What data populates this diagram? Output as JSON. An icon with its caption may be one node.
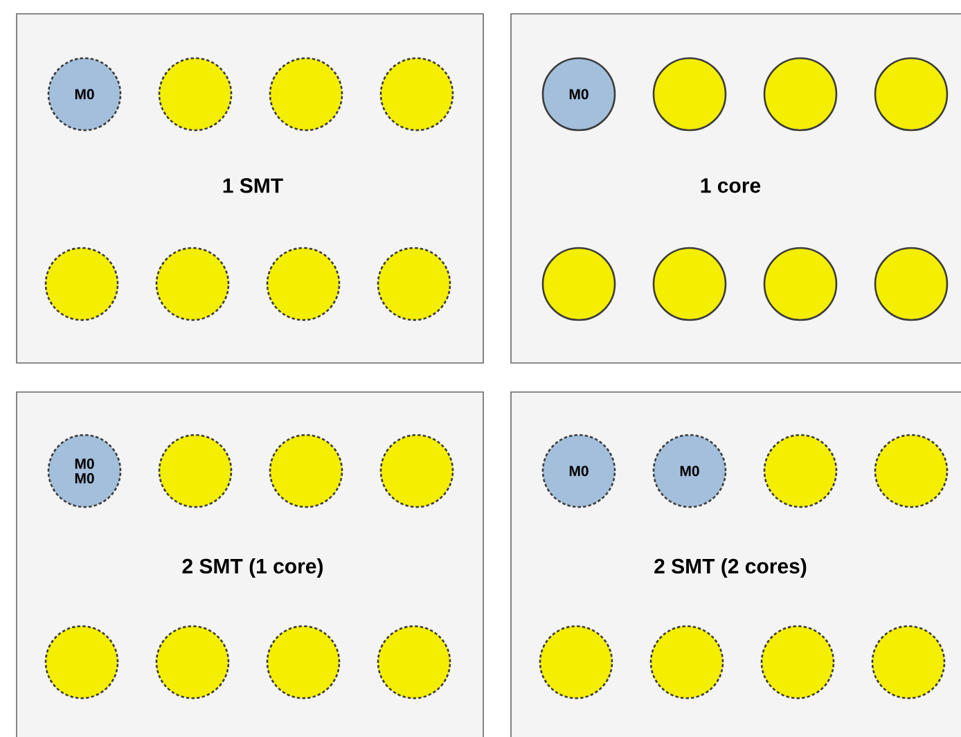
{
  "diagram": {
    "nodes": [
      {
        "text": [
          "1 SMT"
        ]
      },
      {
        "text": [
          "M0"
        ],
        "in": 0
      },
      {
        "text": [],
        "shape": "circle",
        "in": 0
      },
      {
        "text": [],
        "shape": "circle",
        "in": 0
      },
      {
        "text": [],
        "shape": "circle",
        "in": 0
      },
      {
        "text": [],
        "shape": "circle",
        "in": 0
      },
      {
        "text": [],
        "shape": "circle",
        "in": 0
      },
      {
        "text": [],
        "shape": "circle",
        "in": 0
      },
      {
        "text": [],
        "shape": "circle",
        "in": 0
      },
      {
        "text": [
          "1 core"
        ]
      },
      {
        "text": [
          "M0"
        ],
        "in": 9
      },
      {
        "text": [],
        "shape": "circle",
        "in": 9
      },
      {
        "text": [],
        "shape": "circle",
        "in": 9
      },
      {
        "text": [],
        "shape": "circle",
        "in": 9
      },
      {
        "text": [],
        "shape": "circle",
        "in": 9
      },
      {
        "text": [],
        "shape": "circle",
        "in": 9
      },
      {
        "text": [],
        "shape": "circle",
        "in": 9
      },
      {
        "text": [],
        "shape": "circle",
        "in": 9
      },
      {
        "text": [
          "2 SMT (1 core)"
        ]
      },
      {
        "text": [
          "M0",
          "M0"
        ],
        "in": 18
      },
      {
        "text": [],
        "shape": "circle",
        "in": 18
      },
      {
        "text": [],
        "shape": "circle",
        "in": 18
      },
      {
        "text": [],
        "shape": "circle",
        "in": 18
      },
      {
        "text": [],
        "shape": "circle",
        "in": 18
      },
      {
        "text": [],
        "shape": "circle",
        "in": 18
      },
      {
        "text": [],
        "shape": "circle",
        "in": 18
      },
      {
        "text": [],
        "shape": "circle",
        "in": 18
      },
      {
        "text": [
          "2 SMT (2 cores)"
        ]
      },
      {
        "text": [
          "M0"
        ],
        "in": 27
      },
      {
        "text": [
          "M0"
        ],
        "in": 27
      },
      {
        "text": [],
        "shape": "circle",
        "in": 27
      },
      {
        "text": [],
        "shape": "circle",
        "in": 27
      },
      {
        "text": [],
        "shape": "circle",
        "in": 27
      },
      {
        "text": [],
        "shape": "circle",
        "in": 27
      },
      {
        "text": [],
        "shape": "circle",
        "in": 27
      },
      {
        "text": [],
        "shape": "circle",
        "in": 27
      }
    ]
  }
}
